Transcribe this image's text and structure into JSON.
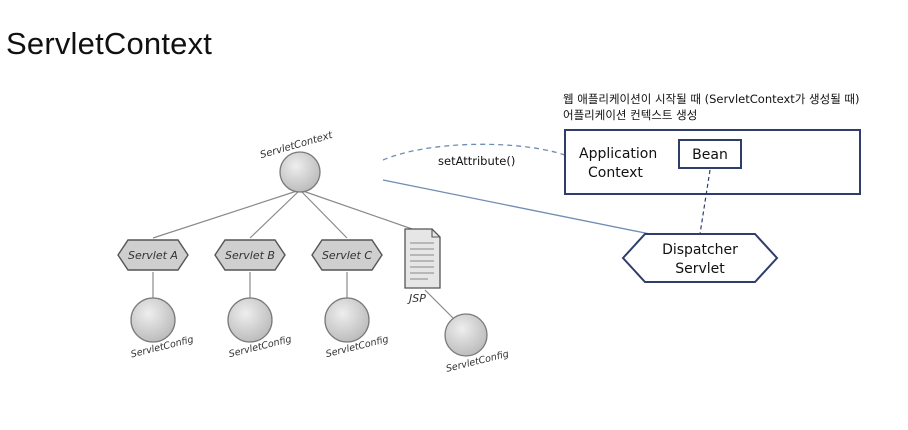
{
  "title": "ServletContext",
  "note": {
    "line1": "웹 애플리케이션이 시작될 때 (ServletContext가 생성될 때)",
    "line2": "어플리케이션 컨텍스트 생성"
  },
  "tree": {
    "root_label": "ServletContext",
    "servlets": [
      "Servlet A",
      "Servlet B",
      "Servlet C"
    ],
    "jsp_label": "JSP",
    "config_label": "ServletConfig"
  },
  "app_context": {
    "label_line1": "Application",
    "label_line2": "Context",
    "bean_label": "Bean"
  },
  "dispatcher": {
    "line1": "Dispatcher",
    "line2": "Servlet"
  },
  "arrow_label": "setAttribute()",
  "colors": {
    "box_stroke": "#2f3d6b",
    "connector": "#6f8db3",
    "sketch": "#7a7a7a",
    "fill": "#d9d9d9"
  }
}
